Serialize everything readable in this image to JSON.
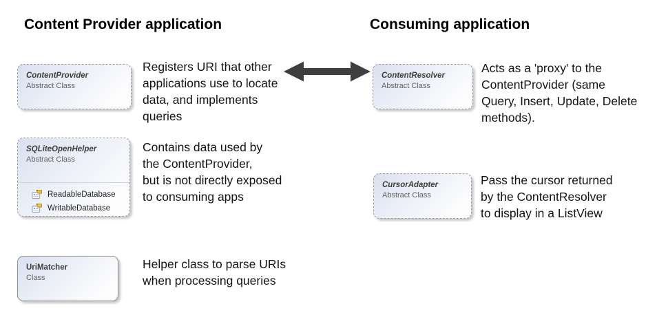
{
  "headings": {
    "left": "Content Provider application",
    "right": "Consuming application"
  },
  "left_column": {
    "content_provider": {
      "title": "ContentProvider",
      "stereotype": "Abstract Class",
      "description": "Registers URI that other\napplications use to locate\ndata, and implements\nqueries"
    },
    "sqlite_open_helper": {
      "title": "SQLiteOpenHelper",
      "stereotype": "Abstract Class",
      "members": [
        {
          "icon": "property-icon",
          "label": "ReadableDatabase"
        },
        {
          "icon": "property-icon",
          "label": "WritableDatabase"
        }
      ],
      "description": "Contains data used by\nthe ContentProvider,\nbut is not directly exposed\nto consuming apps"
    },
    "uri_matcher": {
      "title": "UriMatcher",
      "stereotype": "Class",
      "description": "Helper class to parse URIs\nwhen processing queries"
    }
  },
  "right_column": {
    "content_resolver": {
      "title": "ContentResolver",
      "stereotype": "Abstract Class",
      "description": "Acts as a 'proxy' to the\nContentProvider (same\nQuery, Insert, Update, Delete\nmethods)."
    },
    "cursor_adapter": {
      "title": "CursorAdapter",
      "stereotype": "Abstract Class",
      "description": "Pass the cursor returned\nby the ContentResolver\nto display in a ListView"
    }
  },
  "arrow": {
    "type": "bidirectional",
    "color": "#3f3f3f"
  },
  "colors": {
    "box_fill_top": "#d9e0f0",
    "box_fill_bottom": "#fdfdfe",
    "box_border": "#9a9a9a",
    "box_title": "#3d3d3d",
    "box_stereotype": "#636363",
    "heading_text": "#000000",
    "body_text": "#141414",
    "arrow": "#3f3f3f"
  }
}
